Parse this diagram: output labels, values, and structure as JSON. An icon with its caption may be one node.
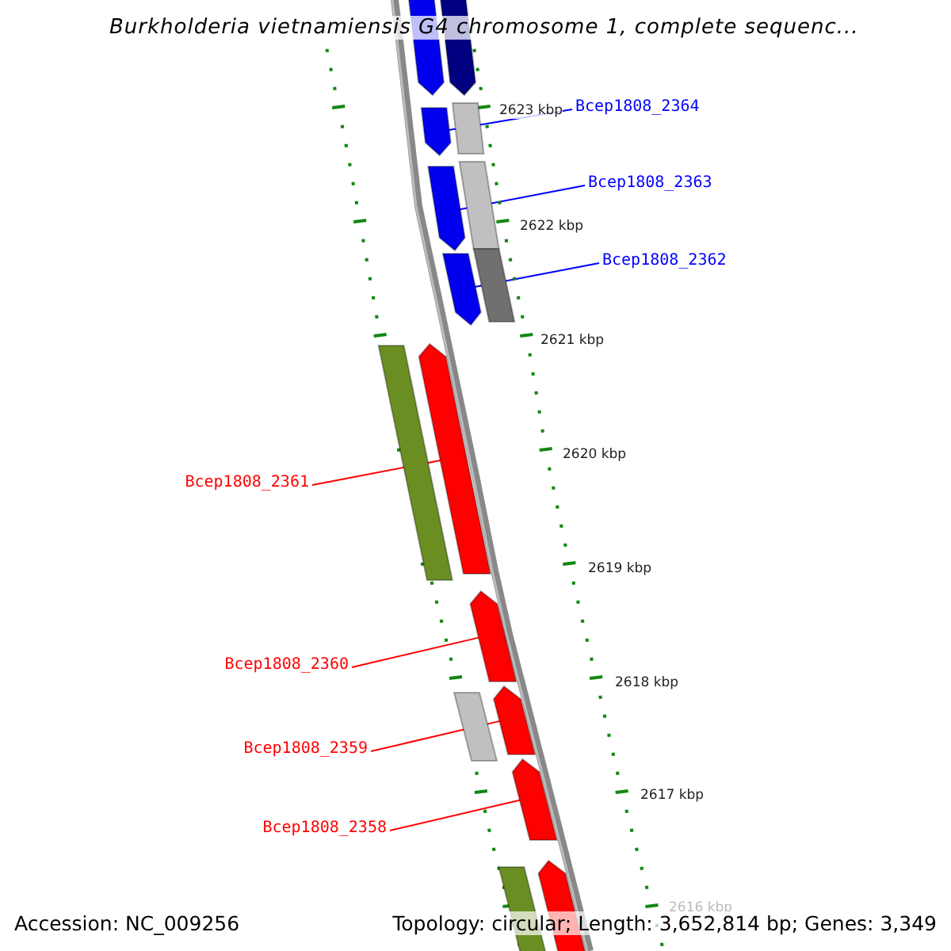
{
  "diagram": {
    "title": "Burkholderia vietnamiensis G4 chromosome 1, complete sequenc...",
    "nodes": [
      {
        "text": [],
        "shape": "arrow"
      },
      {
        "text": [],
        "shape": "arrow"
      },
      {
        "text": [
          "Bcep1808_2364"
        ]
      },
      {
        "text": [],
        "shape": "arrow"
      },
      {
        "text": [],
        "shape": "box"
      },
      {
        "text": [
          "Bcep1808_2363"
        ]
      },
      {
        "text": [],
        "shape": "arrow"
      },
      {
        "text": [],
        "shape": "box"
      },
      {
        "text": [
          "Bcep1808_2362"
        ]
      },
      {
        "text": [],
        "shape": "arrow"
      },
      {
        "text": [],
        "shape": "box"
      },
      {
        "text": [],
        "shape": "box"
      },
      {
        "text": [],
        "shape": "arrow"
      },
      {
        "text": [
          "Bcep1808_2361"
        ]
      },
      {
        "text": [
          "Bcep1808_2360"
        ]
      },
      {
        "text": [],
        "shape": "arrow"
      },
      {
        "text": [],
        "shape": "box"
      },
      {
        "text": [],
        "shape": "arrow"
      },
      {
        "text": [
          "Bcep1808_2359"
        ]
      },
      {
        "text": [
          "Bcep1808_2358"
        ]
      },
      {
        "text": [],
        "shape": "arrow"
      },
      {
        "text": [],
        "shape": "box"
      },
      {
        "text": [],
        "shape": "arrow"
      }
    ],
    "edges": [
      {
        "from": 2,
        "to": 3,
        "arrow": "none",
        "color": "#0000ff"
      },
      {
        "from": 5,
        "to": 6,
        "arrow": "none",
        "color": "#0000ff"
      },
      {
        "from": 8,
        "to": 9,
        "arrow": "none",
        "color": "#0000ff"
      },
      {
        "from": 13,
        "to": 12,
        "arrow": "none"
      },
      {
        "from": 14,
        "to": 15,
        "arrow": "none"
      },
      {
        "from": 18,
        "to": 17,
        "arrow": "none"
      },
      {
        "from": 19,
        "to": 20,
        "arrow": "none"
      }
    ],
    "labels": [
      "2623 kbp",
      "2622 kbp",
      "2621 kbp",
      "2620 kbp",
      "2619 kbp",
      "2618 kbp",
      "2617 kbp",
      "2616 kbp",
      "Accession: NC_009256",
      "Topology: circular; Length: 3,652,814 bp; Genes: 3,349"
    ]
  }
}
